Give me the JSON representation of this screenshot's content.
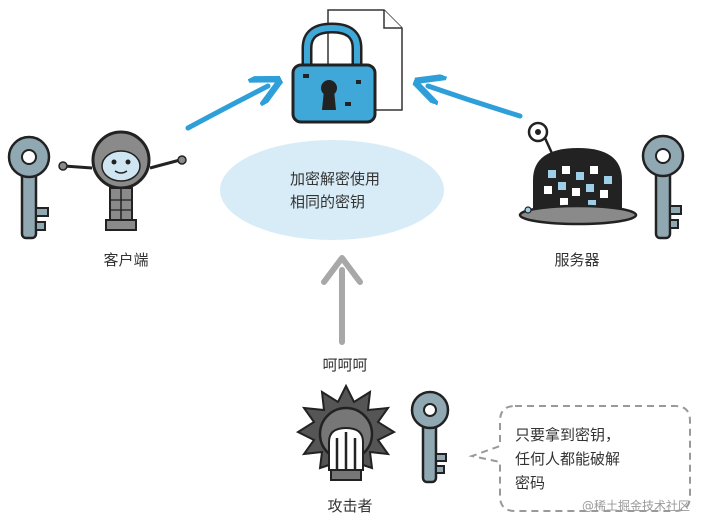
{
  "center_text": [
    "加密解密使用",
    "相同的密钥"
  ],
  "client_label": "客户端",
  "server_label": "服务器",
  "attacker_label": "攻击者",
  "attacker_laugh": "呵呵呵",
  "bubble_text": [
    "只要拿到密钥，",
    "任何人都能破解",
    "密码"
  ],
  "watermark": "@稀土掘金技术社区",
  "colors": {
    "key_fill": "#8fa8b2",
    "lock_body": "#3fa8d8",
    "arrow_blue": "#2e9fd8",
    "arrow_gray": "#a8a8a8",
    "ellipse": "#d8ecf7",
    "outline": "#222222"
  },
  "icons": {
    "lock": "padlock-document-icon",
    "key": "key-icon",
    "client": "robot-icon",
    "server": "server-robot-icon",
    "attacker": "spiky-attacker-icon"
  }
}
